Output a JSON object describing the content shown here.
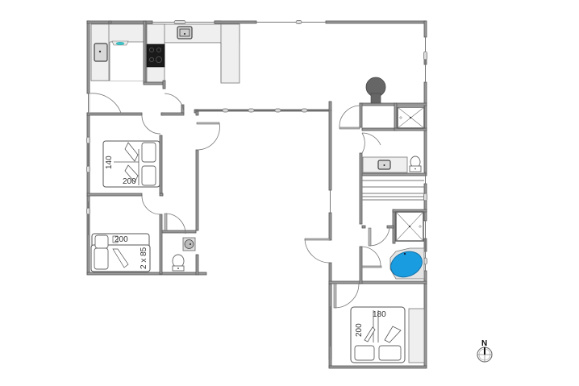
{
  "plan": {
    "title": "Floor plan",
    "background": "#ffffff",
    "wall_color": "#9a9a9a",
    "bath_color": "#1a9de0"
  },
  "rooms": [
    {
      "name": "kitchen",
      "fixtures": [
        "sink",
        "hob",
        "dishwasher-sink",
        "counter"
      ]
    },
    {
      "name": "bedroom-1",
      "bed": {
        "width_label": "140",
        "length_label": "200"
      }
    },
    {
      "name": "bedroom-2",
      "bed": {
        "width_label": "2 x 85",
        "length_label": "200"
      }
    },
    {
      "name": "toilet-1",
      "fixtures": [
        "toilet",
        "washbasin"
      ]
    },
    {
      "name": "living-room"
    },
    {
      "name": "utility",
      "fixtures": [
        "stove",
        "shower"
      ]
    },
    {
      "name": "bathroom",
      "fixtures": [
        "washbasin",
        "toilet",
        "sauna-bench",
        "shower",
        "whirlpool"
      ]
    },
    {
      "name": "bedroom-3",
      "bed": {
        "width_label": "180",
        "length_label": "200"
      }
    }
  ],
  "labels": {
    "bed1_width": "140",
    "bed1_length": "200",
    "bed2_length": "200",
    "bed2_width": "2 x 85",
    "bed3_width": "180",
    "bed3_length": "200",
    "compass_north": "N"
  }
}
